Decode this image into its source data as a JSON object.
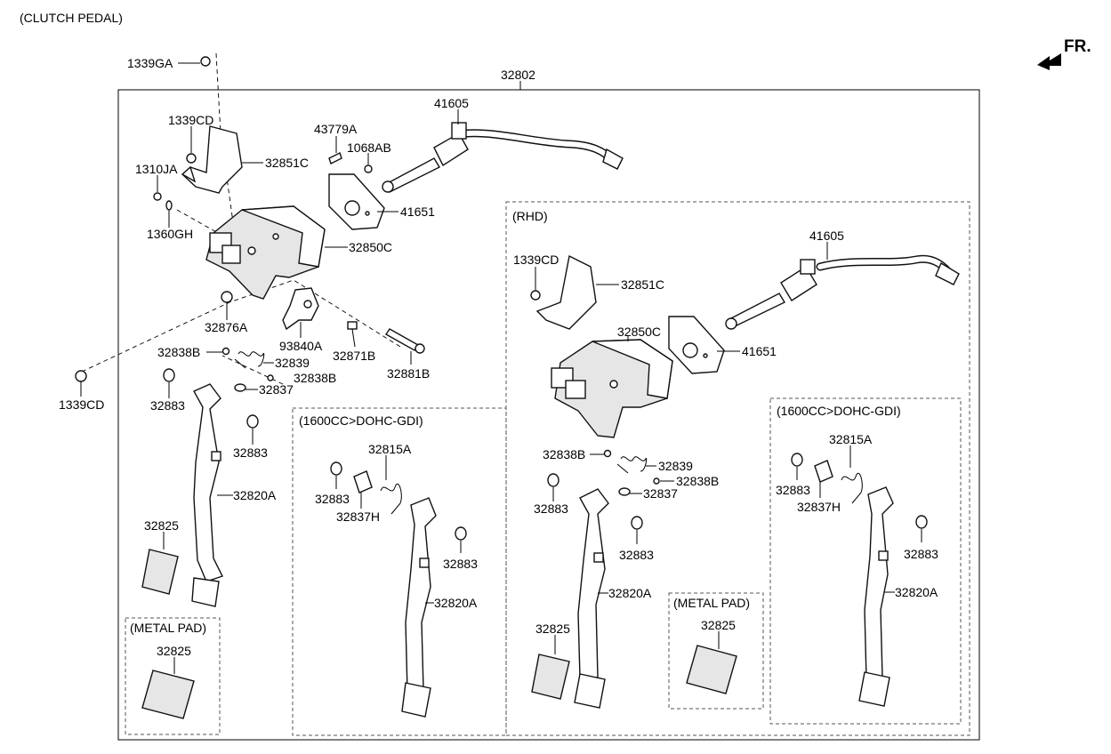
{
  "header": {
    "title": "(CLUTCH PEDAL)",
    "fr_label": "FR."
  },
  "assembly": {
    "main_part": "32802"
  },
  "groups": {
    "rhd": "(RHD)",
    "gdi_left": "(1600CC>DOHC-GDI)",
    "gdi_right": "(1600CC>DOHC-GDI)",
    "metal_pad_left": "(METAL PAD)",
    "metal_pad_right": "(METAL PAD)"
  },
  "labels": {
    "p1339GA": "1339GA",
    "p1339CD_a": "1339CD",
    "p32851C_a": "32851C",
    "p1310JA": "1310JA",
    "p1360GH": "1360GH",
    "p32850C_a": "32850C",
    "p32876A": "32876A",
    "p93840A": "93840A",
    "p32871B": "32871B",
    "p32881B": "32881B",
    "p43779A": "43779A",
    "p1068AB": "1068AB",
    "p41605_a": "41605",
    "p41651_a": "41651",
    "p32838B_a": "32838B",
    "p32839_a": "32839",
    "p32838B_b": "32838B",
    "p32837_a": "32837",
    "p1339CD_b": "1339CD",
    "p32883_a": "32883",
    "p32883_b": "32883",
    "p32820A_a": "32820A",
    "p32825_a": "32825",
    "p32825_b": "32825",
    "p32815A_a": "32815A",
    "p32883_c": "32883",
    "p32837H_a": "32837H",
    "p32883_d": "32883",
    "p32820A_b": "32820A",
    "p1339CD_c": "1339CD",
    "p32851C_b": "32851C",
    "p32850C_b": "32850C",
    "p41605_b": "41605",
    "p41651_b": "41651",
    "p32838B_c": "32838B",
    "p32839_b": "32839",
    "p32838B_d": "32838B",
    "p32837_b": "32837",
    "p32883_e": "32883",
    "p32883_f": "32883",
    "p32820A_c": "32820A",
    "p32825_c": "32825",
    "p32825_d": "32825",
    "p32815A_b": "32815A",
    "p32883_g": "32883",
    "p32837H_b": "32837H",
    "p32883_h": "32883",
    "p32820A_d": "32820A"
  }
}
